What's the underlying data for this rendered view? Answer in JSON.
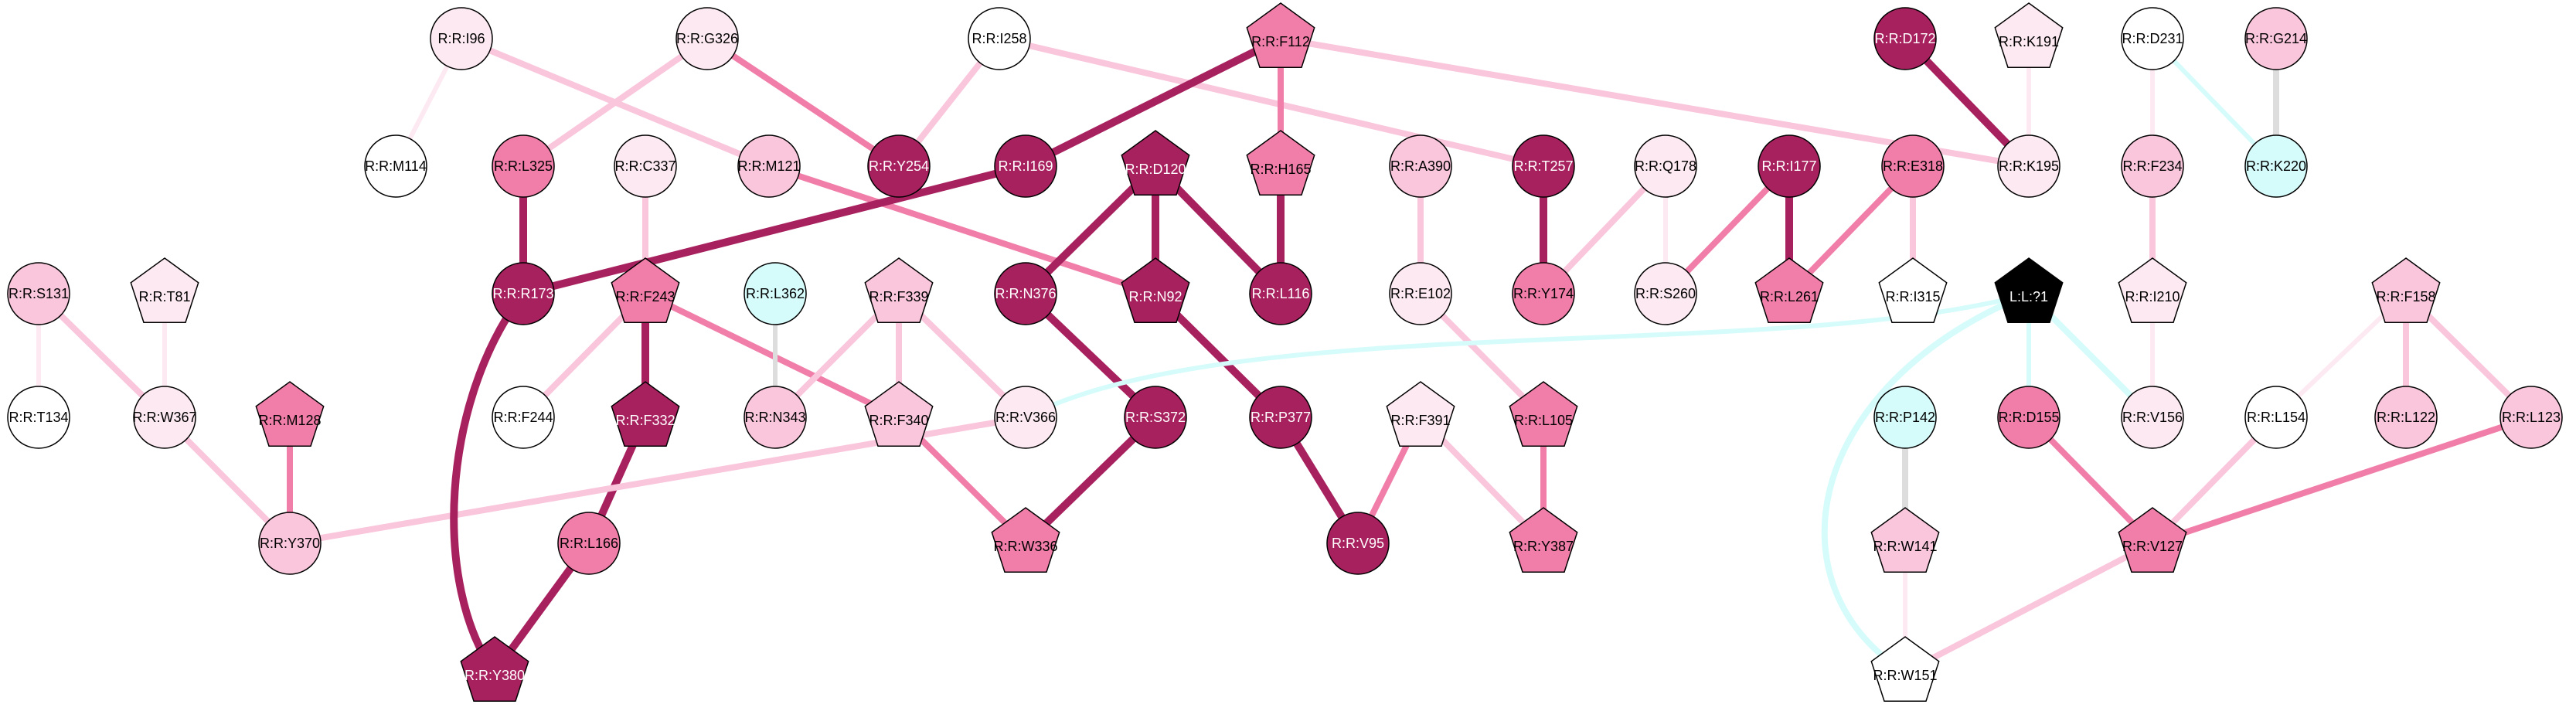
{
  "palette": {
    "white": "#ffffff",
    "pale": "#fde9f1",
    "light": "#f9c6dc",
    "mid": "#f07ea8",
    "dark": "#a8215f",
    "cyan": "#d6fbfb",
    "black": "#000000"
  },
  "nodes": [
    {
      "id": "n_i96",
      "label": "R:R:I96",
      "shape": "circle",
      "fill": "pale"
    },
    {
      "id": "n_g326",
      "label": "R:R:G326",
      "shape": "circle",
      "fill": "pale"
    },
    {
      "id": "n_i258",
      "label": "R:R:I258",
      "shape": "circle",
      "fill": "white"
    },
    {
      "id": "n_f112",
      "label": "R:R:F112",
      "shape": "pentagon",
      "fill": "mid"
    },
    {
      "id": "n_d172",
      "label": "R:R:D172",
      "shape": "circle",
      "fill": "dark"
    },
    {
      "id": "n_k191",
      "label": "R:R:K191",
      "shape": "pentagon",
      "fill": "pale"
    },
    {
      "id": "n_d231",
      "label": "R:R:D231",
      "shape": "circle",
      "fill": "white"
    },
    {
      "id": "n_g214",
      "label": "R:R:G214",
      "shape": "circle",
      "fill": "light"
    },
    {
      "id": "n_m114",
      "label": "R:R:M114",
      "shape": "circle",
      "fill": "white"
    },
    {
      "id": "n_l325",
      "label": "R:R:L325",
      "shape": "circle",
      "fill": "mid"
    },
    {
      "id": "n_c337",
      "label": "R:R:C337",
      "shape": "circle",
      "fill": "pale"
    },
    {
      "id": "n_m121",
      "label": "R:R:M121",
      "shape": "circle",
      "fill": "light"
    },
    {
      "id": "n_y254",
      "label": "R:R:Y254",
      "shape": "circle",
      "fill": "dark"
    },
    {
      "id": "n_i169",
      "label": "R:R:I169",
      "shape": "circle",
      "fill": "dark"
    },
    {
      "id": "n_d120",
      "label": "R:R:D120",
      "shape": "pentagon",
      "fill": "dark"
    },
    {
      "id": "n_h165",
      "label": "R:R:H165",
      "shape": "pentagon",
      "fill": "mid"
    },
    {
      "id": "n_a390",
      "label": "R:R:A390",
      "shape": "circle",
      "fill": "light"
    },
    {
      "id": "n_t257",
      "label": "R:R:T257",
      "shape": "circle",
      "fill": "dark"
    },
    {
      "id": "n_q178",
      "label": "R:R:Q178",
      "shape": "circle",
      "fill": "pale"
    },
    {
      "id": "n_i177",
      "label": "R:R:I177",
      "shape": "circle",
      "fill": "dark"
    },
    {
      "id": "n_e318",
      "label": "R:R:E318",
      "shape": "circle",
      "fill": "mid"
    },
    {
      "id": "n_k195",
      "label": "R:R:K195",
      "shape": "circle",
      "fill": "pale"
    },
    {
      "id": "n_f234",
      "label": "R:R:F234",
      "shape": "circle",
      "fill": "light"
    },
    {
      "id": "n_k220",
      "label": "R:R:K220",
      "shape": "circle",
      "fill": "cyan"
    },
    {
      "id": "n_s131",
      "label": "R:R:S131",
      "shape": "circle",
      "fill": "light"
    },
    {
      "id": "n_t81",
      "label": "R:R:T81",
      "shape": "pentagon",
      "fill": "pale"
    },
    {
      "id": "n_r173",
      "label": "R:R:R173",
      "shape": "circle",
      "fill": "dark"
    },
    {
      "id": "n_f243",
      "label": "R:R:F243",
      "shape": "pentagon",
      "fill": "mid"
    },
    {
      "id": "n_l362",
      "label": "R:R:L362",
      "shape": "circle",
      "fill": "cyan"
    },
    {
      "id": "n_f339",
      "label": "R:R:F339",
      "shape": "pentagon",
      "fill": "light"
    },
    {
      "id": "n_n376",
      "label": "R:R:N376",
      "shape": "circle",
      "fill": "dark"
    },
    {
      "id": "n_n92",
      "label": "R:R:N92",
      "shape": "pentagon",
      "fill": "dark"
    },
    {
      "id": "n_l116",
      "label": "R:R:L116",
      "shape": "circle",
      "fill": "dark"
    },
    {
      "id": "n_e102",
      "label": "R:R:E102",
      "shape": "circle",
      "fill": "pale"
    },
    {
      "id": "n_y174",
      "label": "R:R:Y174",
      "shape": "circle",
      "fill": "mid"
    },
    {
      "id": "n_s260",
      "label": "R:R:S260",
      "shape": "circle",
      "fill": "pale"
    },
    {
      "id": "n_l261",
      "label": "R:R:L261",
      "shape": "pentagon",
      "fill": "mid"
    },
    {
      "id": "n_i315",
      "label": "R:R:I315",
      "shape": "pentagon",
      "fill": "white"
    },
    {
      "id": "n_l1",
      "label": "L:L:?1",
      "shape": "pentagon",
      "fill": "black"
    },
    {
      "id": "n_i210",
      "label": "R:R:I210",
      "shape": "pentagon",
      "fill": "pale"
    },
    {
      "id": "n_f158",
      "label": "R:R:F158",
      "shape": "pentagon",
      "fill": "light"
    },
    {
      "id": "n_t134",
      "label": "R:R:T134",
      "shape": "circle",
      "fill": "white"
    },
    {
      "id": "n_w367",
      "label": "R:R:W367",
      "shape": "circle",
      "fill": "pale"
    },
    {
      "id": "n_m128",
      "label": "R:R:M128",
      "shape": "pentagon",
      "fill": "mid"
    },
    {
      "id": "n_f244",
      "label": "R:R:F244",
      "shape": "circle",
      "fill": "white"
    },
    {
      "id": "n_f332",
      "label": "R:R:F332",
      "shape": "pentagon",
      "fill": "dark"
    },
    {
      "id": "n_n343",
      "label": "R:R:N343",
      "shape": "circle",
      "fill": "light"
    },
    {
      "id": "n_f340",
      "label": "R:R:F340",
      "shape": "pentagon",
      "fill": "light"
    },
    {
      "id": "n_v366",
      "label": "R:R:V366",
      "shape": "circle",
      "fill": "pale"
    },
    {
      "id": "n_s372",
      "label": "R:R:S372",
      "shape": "circle",
      "fill": "dark"
    },
    {
      "id": "n_p377",
      "label": "R:R:P377",
      "shape": "circle",
      "fill": "dark"
    },
    {
      "id": "n_f391",
      "label": "R:R:F391",
      "shape": "pentagon",
      "fill": "pale"
    },
    {
      "id": "n_l105",
      "label": "R:R:L105",
      "shape": "pentagon",
      "fill": "mid"
    },
    {
      "id": "n_p142",
      "label": "R:R:P142",
      "shape": "circle",
      "fill": "cyan"
    },
    {
      "id": "n_d155",
      "label": "R:R:D155",
      "shape": "circle",
      "fill": "mid"
    },
    {
      "id": "n_v156",
      "label": "R:R:V156",
      "shape": "circle",
      "fill": "pale"
    },
    {
      "id": "n_l154",
      "label": "R:R:L154",
      "shape": "circle",
      "fill": "white"
    },
    {
      "id": "n_l122",
      "label": "R:R:L122",
      "shape": "circle",
      "fill": "light"
    },
    {
      "id": "n_l123",
      "label": "R:R:L123",
      "shape": "circle",
      "fill": "light"
    },
    {
      "id": "n_y370",
      "label": "R:R:Y370",
      "shape": "circle",
      "fill": "light"
    },
    {
      "id": "n_l166",
      "label": "R:R:L166",
      "shape": "circle",
      "fill": "mid"
    },
    {
      "id": "n_w336",
      "label": "R:R:W336",
      "shape": "pentagon",
      "fill": "mid"
    },
    {
      "id": "n_v95",
      "label": "R:R:V95",
      "shape": "circle",
      "fill": "dark"
    },
    {
      "id": "n_y387",
      "label": "R:R:Y387",
      "shape": "pentagon",
      "fill": "mid"
    },
    {
      "id": "n_w141",
      "label": "R:R:W141",
      "shape": "pentagon",
      "fill": "light"
    },
    {
      "id": "n_v127",
      "label": "R:R:V127",
      "shape": "pentagon",
      "fill": "mid"
    },
    {
      "id": "n_y380",
      "label": "R:R:Y380",
      "shape": "pentagon",
      "fill": "dark"
    },
    {
      "id": "n_w151",
      "label": "R:R:W151",
      "shape": "pentagon",
      "fill": "white"
    }
  ],
  "edges": [
    {
      "from": "n_i96",
      "to": "n_m114",
      "color": "pale",
      "weight": "thin"
    },
    {
      "from": "n_i96",
      "to": "n_m121",
      "color": "light",
      "weight": "medium"
    },
    {
      "from": "n_g326",
      "to": "n_l325",
      "color": "light",
      "weight": "medium"
    },
    {
      "from": "n_g326",
      "to": "n_y254",
      "color": "mid",
      "weight": "medium"
    },
    {
      "from": "n_i258",
      "to": "n_y254",
      "color": "light",
      "weight": "medium"
    },
    {
      "from": "n_i258",
      "to": "n_t257",
      "color": "light",
      "weight": "medium"
    },
    {
      "from": "n_f112",
      "to": "n_i169",
      "color": "dark",
      "weight": "thick"
    },
    {
      "from": "n_f112",
      "to": "n_h165",
      "color": "mid",
      "weight": "medium"
    },
    {
      "from": "n_f112",
      "to": "n_k195",
      "color": "light",
      "weight": "medium"
    },
    {
      "from": "n_d172",
      "to": "n_k195",
      "color": "dark",
      "weight": "thick"
    },
    {
      "from": "n_k191",
      "to": "n_k195",
      "color": "pale",
      "weight": "thin"
    },
    {
      "from": "n_d231",
      "to": "n_f234",
      "color": "pale",
      "weight": "thin"
    },
    {
      "from": "n_d231",
      "to": "n_k220",
      "color": "cyan",
      "weight": "thin"
    },
    {
      "from": "n_g214",
      "to": "n_k220",
      "color": "grey",
      "weight": "medium"
    },
    {
      "from": "n_l325",
      "to": "n_r173",
      "color": "dark",
      "weight": "thick"
    },
    {
      "from": "n_c337",
      "to": "n_f243",
      "color": "light",
      "weight": "medium"
    },
    {
      "from": "n_m121",
      "to": "n_n92",
      "color": "mid",
      "weight": "medium"
    },
    {
      "from": "n_i169",
      "to": "n_r173",
      "color": "dark",
      "weight": "thick"
    },
    {
      "from": "n_d120",
      "to": "n_n376",
      "color": "dark",
      "weight": "thick"
    },
    {
      "from": "n_d120",
      "to": "n_n92",
      "color": "dark",
      "weight": "thick"
    },
    {
      "from": "n_d120",
      "to": "n_l116",
      "color": "dark",
      "weight": "thick"
    },
    {
      "from": "n_h165",
      "to": "n_l116",
      "color": "dark",
      "weight": "thick"
    },
    {
      "from": "n_a390",
      "to": "n_e102",
      "color": "light",
      "weight": "medium"
    },
    {
      "from": "n_t257",
      "to": "n_y174",
      "color": "dark",
      "weight": "thick"
    },
    {
      "from": "n_q178",
      "to": "n_y174",
      "color": "light",
      "weight": "medium"
    },
    {
      "from": "n_q178",
      "to": "n_s260",
      "color": "pale",
      "weight": "thin"
    },
    {
      "from": "n_i177",
      "to": "n_s260",
      "color": "mid",
      "weight": "medium"
    },
    {
      "from": "n_i177",
      "to": "n_l261",
      "color": "dark",
      "weight": "thick"
    },
    {
      "from": "n_e318",
      "to": "n_l261",
      "color": "mid",
      "weight": "medium"
    },
    {
      "from": "n_e318",
      "to": "n_i315",
      "color": "light",
      "weight": "medium"
    },
    {
      "from": "n_f234",
      "to": "n_i210",
      "color": "light",
      "weight": "medium"
    },
    {
      "from": "n_i210",
      "to": "n_v156",
      "color": "pale",
      "weight": "thin"
    },
    {
      "from": "n_s131",
      "to": "n_t134",
      "color": "pale",
      "weight": "thin"
    },
    {
      "from": "n_s131",
      "to": "n_w367",
      "color": "light",
      "weight": "medium"
    },
    {
      "from": "n_t81",
      "to": "n_w367",
      "color": "pale",
      "weight": "thin"
    },
    {
      "from": "n_w367",
      "to": "n_y370",
      "color": "light",
      "weight": "medium"
    },
    {
      "from": "n_m128",
      "to": "n_y370",
      "color": "mid",
      "weight": "medium"
    },
    {
      "from": "n_f243",
      "to": "n_f244",
      "color": "light",
      "weight": "medium"
    },
    {
      "from": "n_f243",
      "to": "n_f332",
      "color": "dark",
      "weight": "thick"
    },
    {
      "from": "n_f243",
      "to": "n_f340",
      "color": "mid",
      "weight": "medium"
    },
    {
      "from": "n_l362",
      "to": "n_n343",
      "color": "grey",
      "weight": "thin"
    },
    {
      "from": "n_f339",
      "to": "n_n343",
      "color": "light",
      "weight": "medium"
    },
    {
      "from": "n_f339",
      "to": "n_f340",
      "color": "light",
      "weight": "medium"
    },
    {
      "from": "n_f339",
      "to": "n_v366",
      "color": "light",
      "weight": "medium"
    },
    {
      "from": "n_f340",
      "to": "n_w336",
      "color": "mid",
      "weight": "medium"
    },
    {
      "from": "n_n376",
      "to": "n_s372",
      "color": "dark",
      "weight": "thick"
    },
    {
      "from": "n_s372",
      "to": "n_w336",
      "color": "dark",
      "weight": "thick"
    },
    {
      "from": "n_n92",
      "to": "n_p377",
      "color": "dark",
      "weight": "thick"
    },
    {
      "from": "n_p377",
      "to": "n_v95",
      "color": "dark",
      "weight": "thick"
    },
    {
      "from": "n_f391",
      "to": "n_v95",
      "color": "mid",
      "weight": "medium"
    },
    {
      "from": "n_f391",
      "to": "n_y387",
      "color": "light",
      "weight": "medium"
    },
    {
      "from": "n_e102",
      "to": "n_l105",
      "color": "light",
      "weight": "medium"
    },
    {
      "from": "n_l105",
      "to": "n_y387",
      "color": "mid",
      "weight": "medium"
    },
    {
      "from": "n_f332",
      "to": "n_l166",
      "color": "dark",
      "weight": "thick"
    },
    {
      "from": "n_l166",
      "to": "n_y380",
      "color": "dark",
      "weight": "thick"
    },
    {
      "from": "n_v366",
      "to": "n_y370",
      "color": "light",
      "weight": "medium"
    },
    {
      "from": "n_l1",
      "to": "n_d155",
      "color": "cyan",
      "weight": "thin"
    },
    {
      "from": "n_l1",
      "to": "n_v156",
      "color": "cyan",
      "weight": "medium"
    },
    {
      "from": "n_p142",
      "to": "n_w141",
      "color": "grey",
      "weight": "medium"
    },
    {
      "from": "n_w141",
      "to": "n_w151",
      "color": "pale",
      "weight": "thin"
    },
    {
      "from": "n_d155",
      "to": "n_v127",
      "color": "mid",
      "weight": "medium"
    },
    {
      "from": "n_l154",
      "to": "n_v127",
      "color": "light",
      "weight": "medium"
    },
    {
      "from": "n_l123",
      "to": "n_v127",
      "color": "mid",
      "weight": "medium"
    },
    {
      "from": "n_f158",
      "to": "n_l122",
      "color": "light",
      "weight": "medium"
    },
    {
      "from": "n_f158",
      "to": "n_l123",
      "color": "light",
      "weight": "medium"
    },
    {
      "from": "n_f158",
      "to": "n_l154",
      "color": "pale",
      "weight": "thin"
    },
    {
      "from": "n_v127",
      "to": "n_w151",
      "color": "light",
      "weight": "medium"
    },
    {
      "from": "n_r173",
      "to": "n_y380",
      "color": "dark",
      "weight": "thick",
      "curve": true
    },
    {
      "from": "n_l1",
      "to": "n_w151",
      "color": "cyan",
      "weight": "medium",
      "curve": true
    },
    {
      "from": "n_l1",
      "to": "n_v366",
      "color": "cyan",
      "weight": "thin",
      "curve": true
    }
  ]
}
